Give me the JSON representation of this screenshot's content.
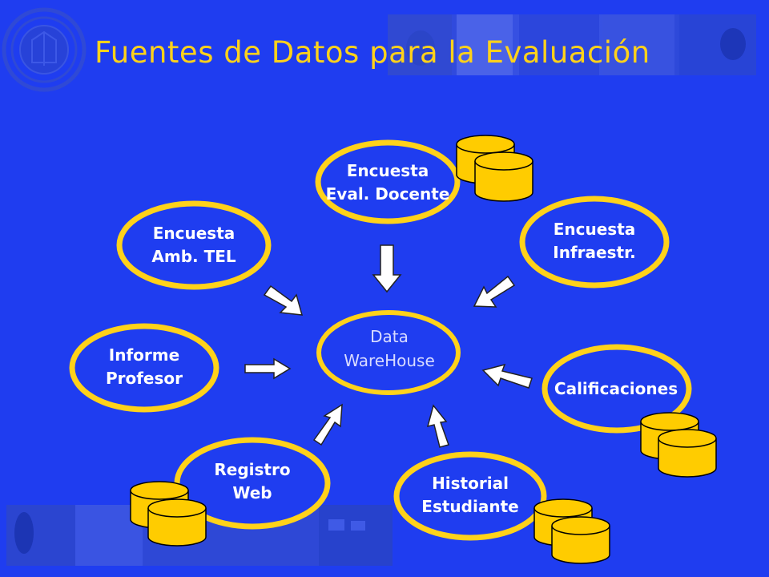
{
  "title": "Fuentes de Datos para la Evaluación",
  "center": {
    "line1": "Data",
    "line2": "WareHouse"
  },
  "nodes": {
    "eval_docente": {
      "line1": "Encuesta",
      "line2": "Eval. Docente"
    },
    "amb_tel": {
      "line1": "Encuesta",
      "line2": "Amb. TEL"
    },
    "infraestr": {
      "line1": "Encuesta",
      "line2": "Infraestr."
    },
    "informe": {
      "line1": "Informe",
      "line2": "Profesor"
    },
    "calificaciones": {
      "line1": "Calificaciones"
    },
    "registro": {
      "line1": "Registro",
      "line2": "Web"
    },
    "historial": {
      "line1": "Historial",
      "line2": "Estudiante"
    }
  },
  "colors": {
    "background": "#1f3df0",
    "accent": "#ffd21a",
    "node_fill": "#1f3df0",
    "database_fill": "#ffcc00",
    "arrow_fill": "#ffffff"
  }
}
